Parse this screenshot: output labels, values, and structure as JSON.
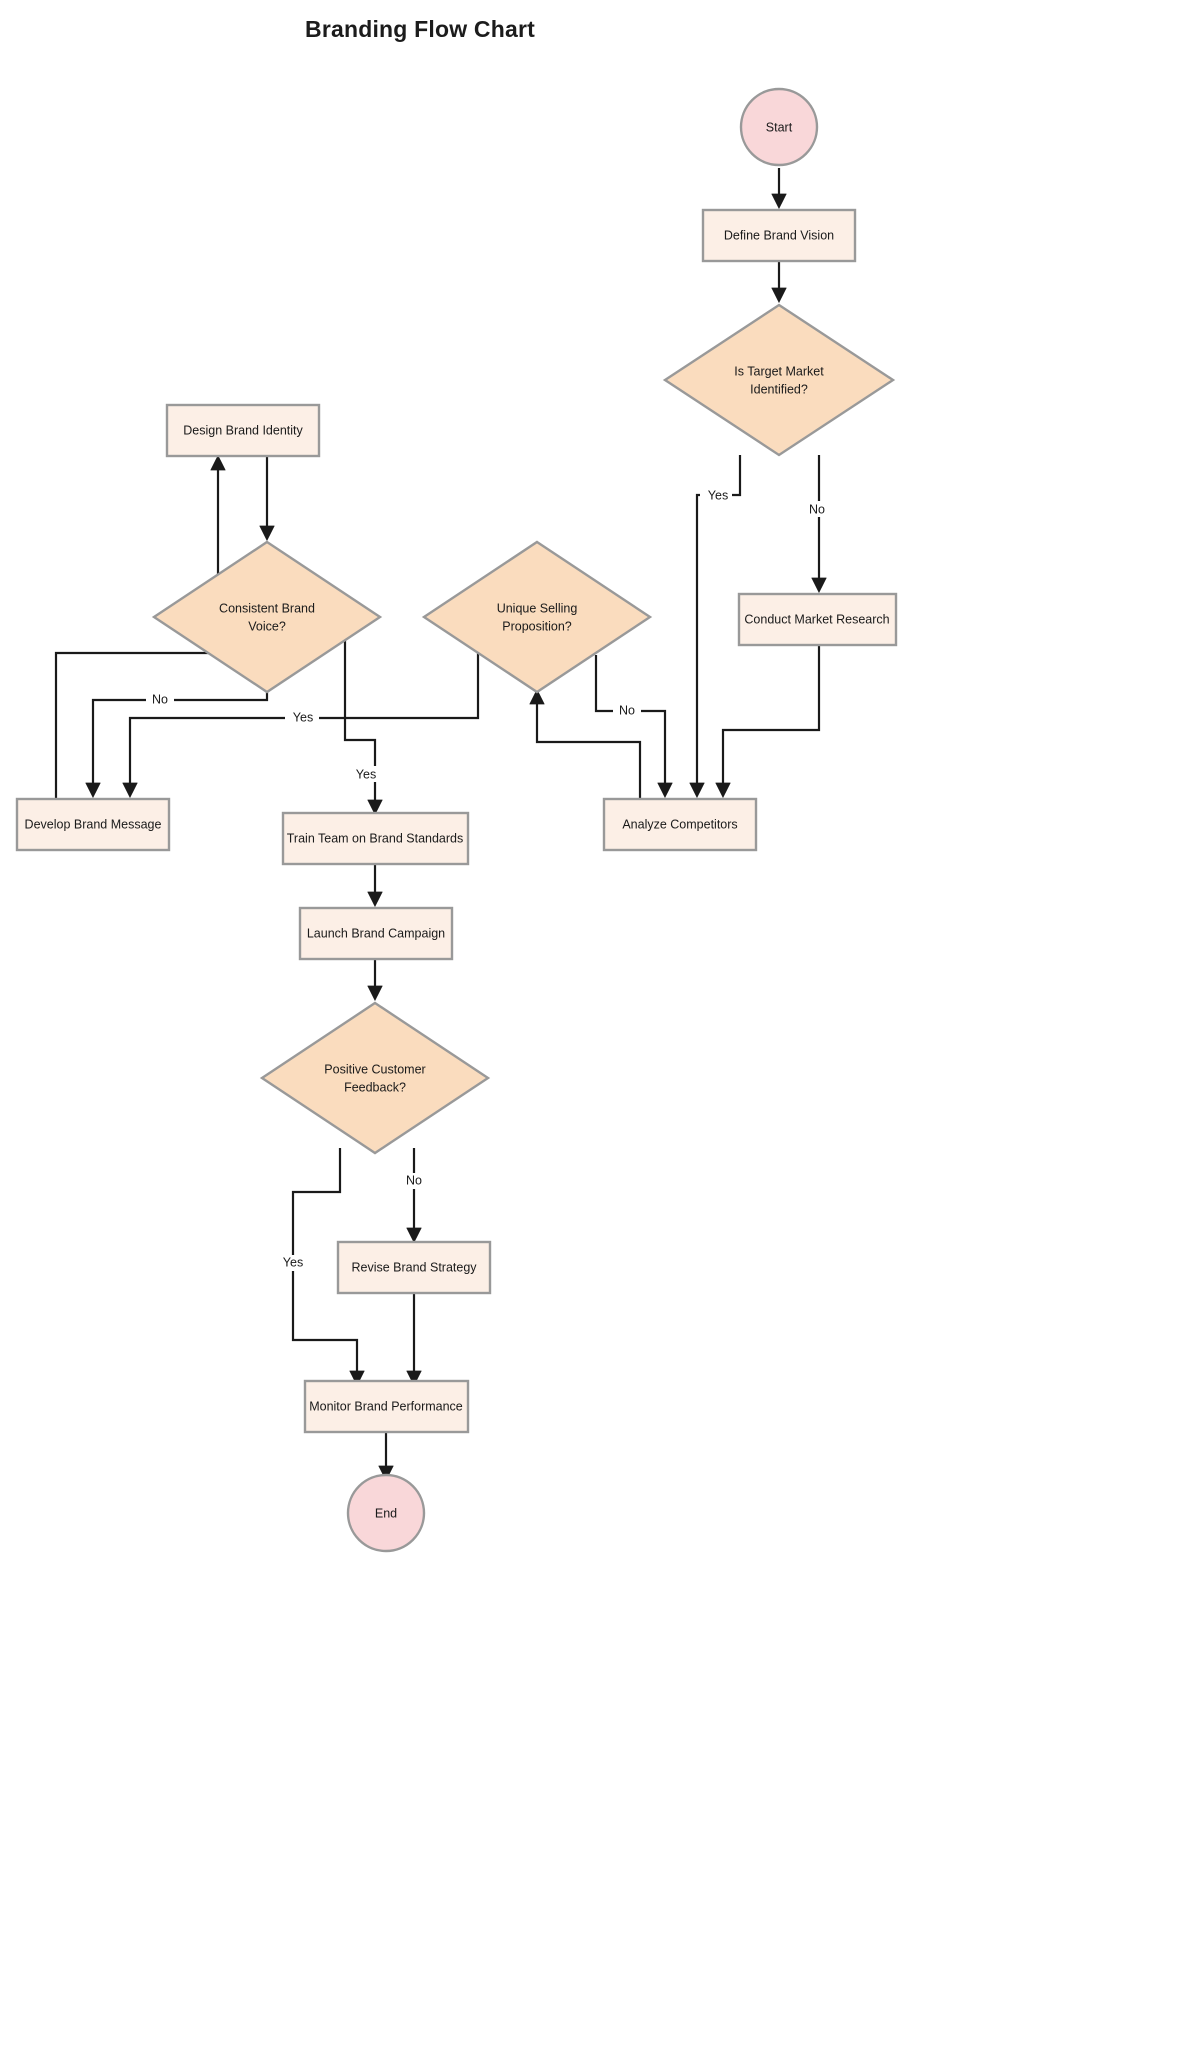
{
  "title": "Branding Flow Chart",
  "colors": {
    "terminal_fill": "#f9d7d9",
    "process_fill": "#fcefe6",
    "decision_fill": "#fadcbe",
    "shape_stroke": "#999999",
    "edge_stroke": "#1a1a1a",
    "text": "#1a1a1a",
    "background": "#ffffff"
  },
  "chart_data": {
    "type": "flowchart",
    "title": "Branding Flow Chart",
    "nodes": [
      {
        "id": "start",
        "label": "Start",
        "shape": "circle"
      },
      {
        "id": "define_vision",
        "label": "Define Brand Vision",
        "shape": "process"
      },
      {
        "id": "target_market",
        "label": "Is Target Market Identified?",
        "shape": "decision"
      },
      {
        "id": "market_research",
        "label": "Conduct Market Research",
        "shape": "process"
      },
      {
        "id": "analyze_competitors",
        "label": "Analyze Competitors",
        "shape": "process"
      },
      {
        "id": "usp",
        "label": "Unique Selling Proposition?",
        "shape": "decision"
      },
      {
        "id": "develop_message",
        "label": "Develop Brand Message",
        "shape": "process"
      },
      {
        "id": "design_identity",
        "label": "Design Brand Identity",
        "shape": "process"
      },
      {
        "id": "brand_voice",
        "label": "Consistent Brand Voice?",
        "shape": "decision"
      },
      {
        "id": "train_team",
        "label": "Train Team on Brand Standards",
        "shape": "process"
      },
      {
        "id": "launch_campaign",
        "label": "Launch Brand Campaign",
        "shape": "process"
      },
      {
        "id": "customer_feedback",
        "label": "Positive Customer Feedback?",
        "shape": "decision"
      },
      {
        "id": "revise_strategy",
        "label": "Revise Brand Strategy",
        "shape": "process"
      },
      {
        "id": "monitor_performance",
        "label": "Monitor Brand Performance",
        "shape": "process"
      },
      {
        "id": "end",
        "label": "End",
        "shape": "circle"
      }
    ],
    "edges": [
      {
        "from": "start",
        "to": "define_vision",
        "label": ""
      },
      {
        "from": "define_vision",
        "to": "target_market",
        "label": ""
      },
      {
        "from": "target_market",
        "to": "analyze_competitors",
        "label": "Yes"
      },
      {
        "from": "target_market",
        "to": "market_research",
        "label": "No"
      },
      {
        "from": "market_research",
        "to": "analyze_competitors",
        "label": ""
      },
      {
        "from": "analyze_competitors",
        "to": "usp",
        "label": ""
      },
      {
        "from": "usp",
        "to": "develop_message",
        "label": "Yes"
      },
      {
        "from": "usp",
        "to": "analyze_competitors",
        "label": "No"
      },
      {
        "from": "develop_message",
        "to": "design_identity",
        "label": ""
      },
      {
        "from": "design_identity",
        "to": "brand_voice",
        "label": ""
      },
      {
        "from": "brand_voice",
        "to": "train_team",
        "label": "Yes"
      },
      {
        "from": "brand_voice",
        "to": "develop_message",
        "label": "No"
      },
      {
        "from": "train_team",
        "to": "launch_campaign",
        "label": ""
      },
      {
        "from": "launch_campaign",
        "to": "customer_feedback",
        "label": ""
      },
      {
        "from": "customer_feedback",
        "to": "monitor_performance",
        "label": "Yes"
      },
      {
        "from": "customer_feedback",
        "to": "revise_strategy",
        "label": "No"
      },
      {
        "from": "revise_strategy",
        "to": "monitor_performance",
        "label": ""
      },
      {
        "from": "monitor_performance",
        "to": "end",
        "label": ""
      }
    ],
    "edge_labels": [
      "Yes",
      "No",
      "Yes",
      "No",
      "Yes",
      "No",
      "Yes",
      "Yes",
      "No"
    ],
    "legend": [],
    "orientation": "top-down"
  },
  "nodes": {
    "start": "Start",
    "define_vision": "Define Brand Vision",
    "target_market_l1": "Is Target Market",
    "target_market_l2": "Identified?",
    "market_research": "Conduct Market Research",
    "analyze_competitors": "Analyze Competitors",
    "usp_l1": "Unique Selling",
    "usp_l2": "Proposition?",
    "develop_message": "Develop Brand Message",
    "design_identity": "Design Brand Identity",
    "brand_voice_l1": "Consistent Brand",
    "brand_voice_l2": "Voice?",
    "train_team": "Train Team on Brand Standards",
    "launch_campaign": "Launch Brand Campaign",
    "customer_feedback_l1": "Positive Customer",
    "customer_feedback_l2": "Feedback?",
    "revise_strategy": "Revise Brand Strategy",
    "monitor_performance": "Monitor Brand Performance",
    "end": "End"
  },
  "labels": {
    "tm_yes": "Yes",
    "tm_no": "No",
    "usp_yes": "Yes",
    "usp_no": "No",
    "bv_yes": "Yes",
    "bv_no": "No",
    "bv_yes2": "Yes",
    "cf_yes": "Yes",
    "cf_no": "No"
  }
}
